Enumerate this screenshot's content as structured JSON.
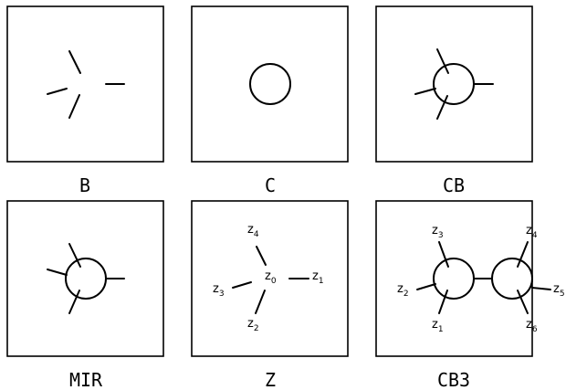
{
  "panels": [
    {
      "id": "B",
      "label": "B"
    },
    {
      "id": "C",
      "label": "C"
    },
    {
      "id": "CB",
      "label": "CB"
    },
    {
      "id": "MIR",
      "label": "MIR"
    },
    {
      "id": "Z",
      "label": "Z",
      "points": [
        {
          "name": "z",
          "sub": "4"
        },
        {
          "name": "z",
          "sub": "0"
        },
        {
          "name": "z",
          "sub": "1"
        },
        {
          "name": "z",
          "sub": "3"
        },
        {
          "name": "z",
          "sub": "2"
        }
      ]
    },
    {
      "id": "CB3",
      "label": "CB3",
      "points": [
        {
          "name": "z",
          "sub": "3"
        },
        {
          "name": "z",
          "sub": "4"
        },
        {
          "name": "z",
          "sub": "2"
        },
        {
          "name": "z",
          "sub": "5"
        },
        {
          "name": "z",
          "sub": "1"
        },
        {
          "name": "z",
          "sub": "6"
        }
      ]
    }
  ]
}
